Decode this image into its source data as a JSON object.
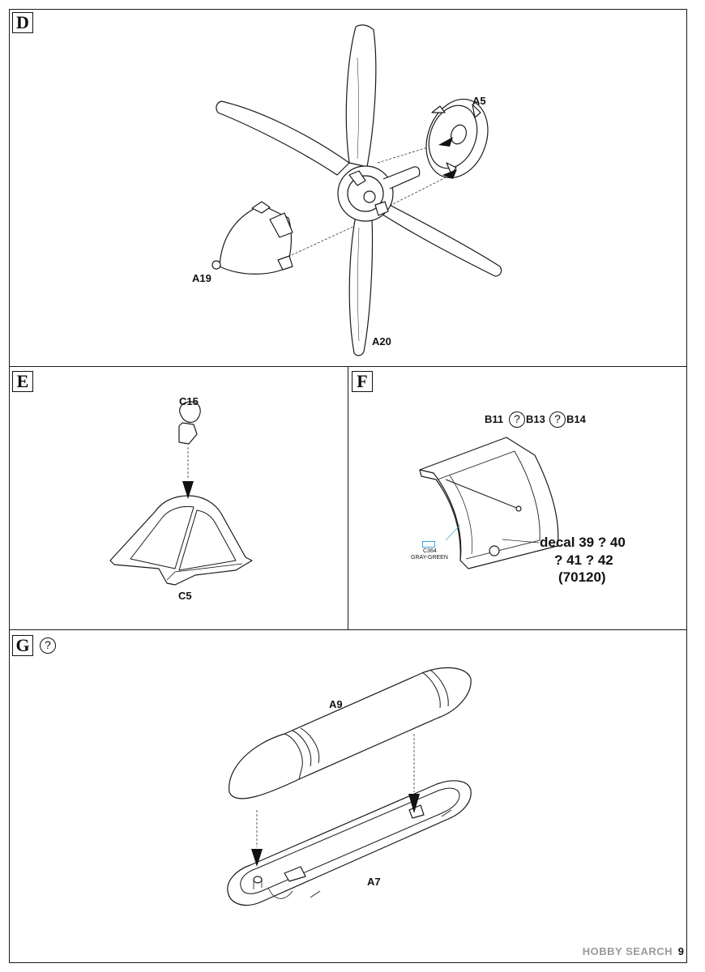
{
  "steps": {
    "d": {
      "letter": "D",
      "parts": {
        "a5": "A5",
        "a19": "A19",
        "a20": "A20"
      }
    },
    "e": {
      "letter": "E",
      "parts": {
        "c15": "C15",
        "c5": "C5"
      }
    },
    "f": {
      "letter": "F",
      "parts": {
        "b11": "B11",
        "b13": "B13",
        "b14": "B14"
      },
      "option_symbol": "?",
      "paint": {
        "code": "C364",
        "name": "GRAY-GREEN",
        "box_color": "#3aa6d8"
      },
      "decal_lines": [
        "decal 39 ? 40",
        "? 41 ? 42",
        "(70120)"
      ]
    },
    "g": {
      "letter": "G",
      "option_symbol": "?",
      "parts": {
        "a9": "A9",
        "a7": "A7"
      }
    }
  },
  "watermark": "HOBBY SEARCH",
  "page_number": "9"
}
